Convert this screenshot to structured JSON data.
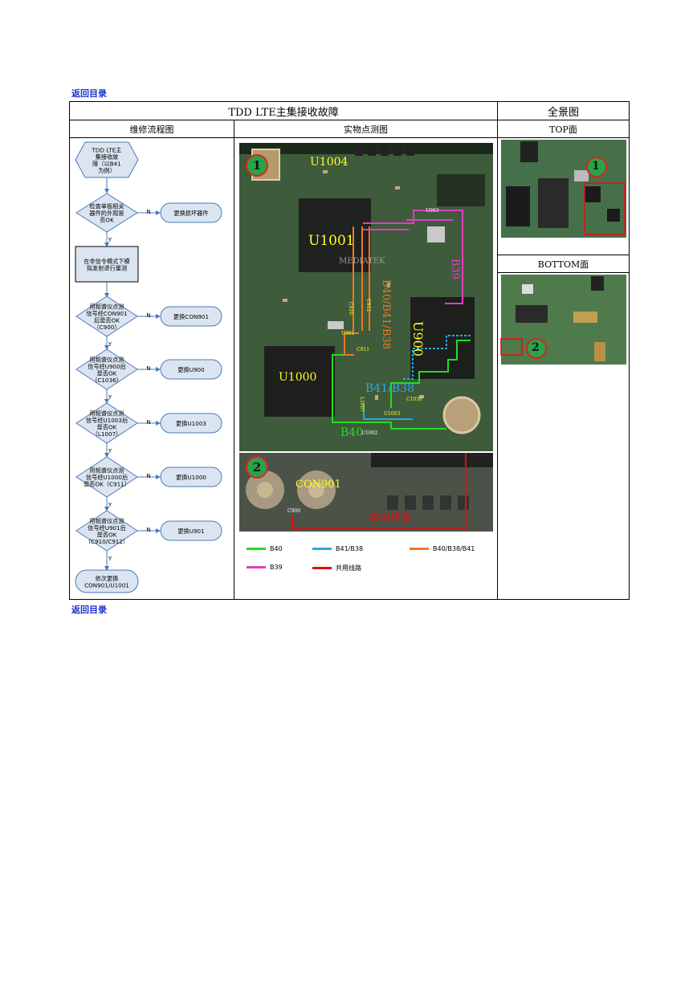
{
  "links": {
    "back_to_toc": "返回目录"
  },
  "table": {
    "title": "TDD LTE主集接收故障",
    "overview_title": "全景图",
    "col_flow": "维修流程图",
    "col_photo": "实物点测图",
    "top_face": "TOP面",
    "bottom_face": "BOTTOM面"
  },
  "flow": {
    "start": [
      "TDD LTE主",
      "集接收故",
      "障（以B41",
      "为例）"
    ],
    "check1": [
      "检查单板相关",
      "器件的外观是",
      "否OK"
    ],
    "fix1": "更换损坏器件",
    "step1": [
      "在非信令模式下模",
      "拟发射进行量测"
    ],
    "check2": [
      "用频谱仪点测",
      "信号经CON901",
      "后是否OK",
      "（C900）"
    ],
    "fix2": "更换CON901",
    "check3": [
      "用频谱仪点测",
      "信号经U900后",
      "是否OK",
      "（C1036）"
    ],
    "fix3": "更换U900",
    "check4": [
      "用频谱仪点测",
      "信号经U1003后",
      "是否OK",
      "（L1007）"
    ],
    "fix4": "更换U1003",
    "check5": [
      "用频谱仪点测",
      "信号经U1000后",
      "是否OK（C911）"
    ],
    "fix5": "更换U1000",
    "check6": [
      "用频谱仪点测",
      "信号经U901后",
      "是否OK",
      "（C910/C912）"
    ],
    "fix6": "更换U901",
    "end": [
      "依次更换",
      "CON901/U1001"
    ],
    "yes": "Y",
    "no": "N"
  },
  "photo": {
    "marker1": "1",
    "marker2": "2",
    "chips": {
      "u1004": "U1004",
      "u1001": "U1001",
      "u900": "U900",
      "u1000": "U1000",
      "con901": "CON901",
      "mediatek": "MEDIATEK"
    },
    "small": {
      "u903": "U903",
      "u901": "U901",
      "c911": "C911",
      "c910": "C910",
      "c912": "C912",
      "l1007": "L1007",
      "c1036": "C1036",
      "u1003": "U1003",
      "u1002": "U1002",
      "c900": "C900"
    },
    "band_labels": {
      "b39": "B39",
      "b40b41b38": "B40/B41/B38",
      "b41b38": "B41/B38",
      "b40": "B40",
      "shared": "共用线路"
    }
  },
  "legend": [
    {
      "label": "B40",
      "color": "#22dd22"
    },
    {
      "label": "B41/B38",
      "color": "#2aa8e0"
    },
    {
      "label": "B40/B38/B41",
      "color": "#f07820"
    },
    {
      "label": "B39",
      "color": "#e040c0"
    },
    {
      "label": "共用线路",
      "color": "#e01010"
    }
  ],
  "overview": {
    "marker1": "1",
    "marker2": "2"
  },
  "colors": {
    "link": "#1a2fd0",
    "node_fill": "#dbe5f1",
    "node_stroke": "#4a7ab8",
    "pcb": "#3d5a3a"
  }
}
